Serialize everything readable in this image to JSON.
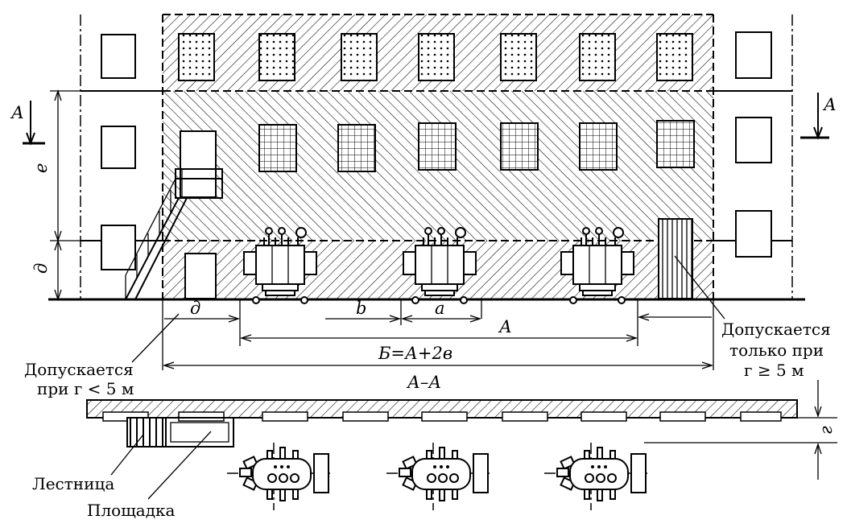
{
  "labels": {
    "section_mark_left": "А",
    "section_mark_right": "А",
    "dim_e": "е",
    "dim_d_vertical": "д",
    "dim_d_horizontal": "д",
    "dim_b": "b",
    "dim_a": "a",
    "dim_A": "А",
    "dim_B": "Б=А+2в",
    "section_title": "А–А",
    "dim_g": "г",
    "note_left_line1": "Допускается",
    "note_left_line2": "при г < 5 м",
    "note_right_line1": "Допускается",
    "note_right_line2": "только при",
    "note_right_line3": "г ≥ 5 м",
    "stair_label": "Лестница",
    "platform_label": "Площадка"
  }
}
